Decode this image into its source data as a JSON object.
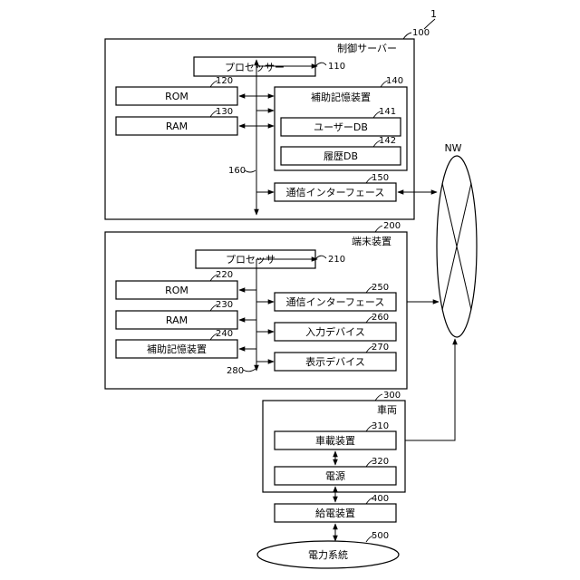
{
  "figure_number": "1",
  "control_server": {
    "ref": "100",
    "title": "制御サーバー",
    "processor": {
      "ref": "110",
      "label": "プロセッサー"
    },
    "rom": {
      "ref": "120",
      "label": "ROM"
    },
    "ram": {
      "ref": "130",
      "label": "RAM"
    },
    "aux_storage": {
      "ref": "140",
      "label": "補助記憶装置"
    },
    "user_db": {
      "ref": "141",
      "label": "ユーザーDB"
    },
    "history_db": {
      "ref": "142",
      "label": "履歴DB"
    },
    "comm_if": {
      "ref": "150",
      "label": "通信インターフェース"
    },
    "bus_ref": "160"
  },
  "network": {
    "label": "NW"
  },
  "terminal": {
    "ref": "200",
    "title": "端末装置",
    "processor": {
      "ref": "210",
      "label": "プロセッサー"
    },
    "rom": {
      "ref": "220",
      "label": "ROM"
    },
    "ram": {
      "ref": "230",
      "label": "RAM"
    },
    "aux_storage": {
      "ref": "240",
      "label": "補助記憶装置"
    },
    "comm_if": {
      "ref": "250",
      "label": "通信インターフェース"
    },
    "input_device": {
      "ref": "260",
      "label": "入力デバイス"
    },
    "display_device": {
      "ref": "270",
      "label": "表示デバイス"
    },
    "bus_ref": "280"
  },
  "vehicle": {
    "ref": "300",
    "title": "車両",
    "onboard_device": {
      "ref": "310",
      "label": "車載装置"
    },
    "power_source": {
      "ref": "320",
      "label": "電源"
    }
  },
  "power_feeder": {
    "ref": "400",
    "label": "給電装置"
  },
  "power_grid": {
    "ref": "500",
    "label": "電力系統"
  }
}
